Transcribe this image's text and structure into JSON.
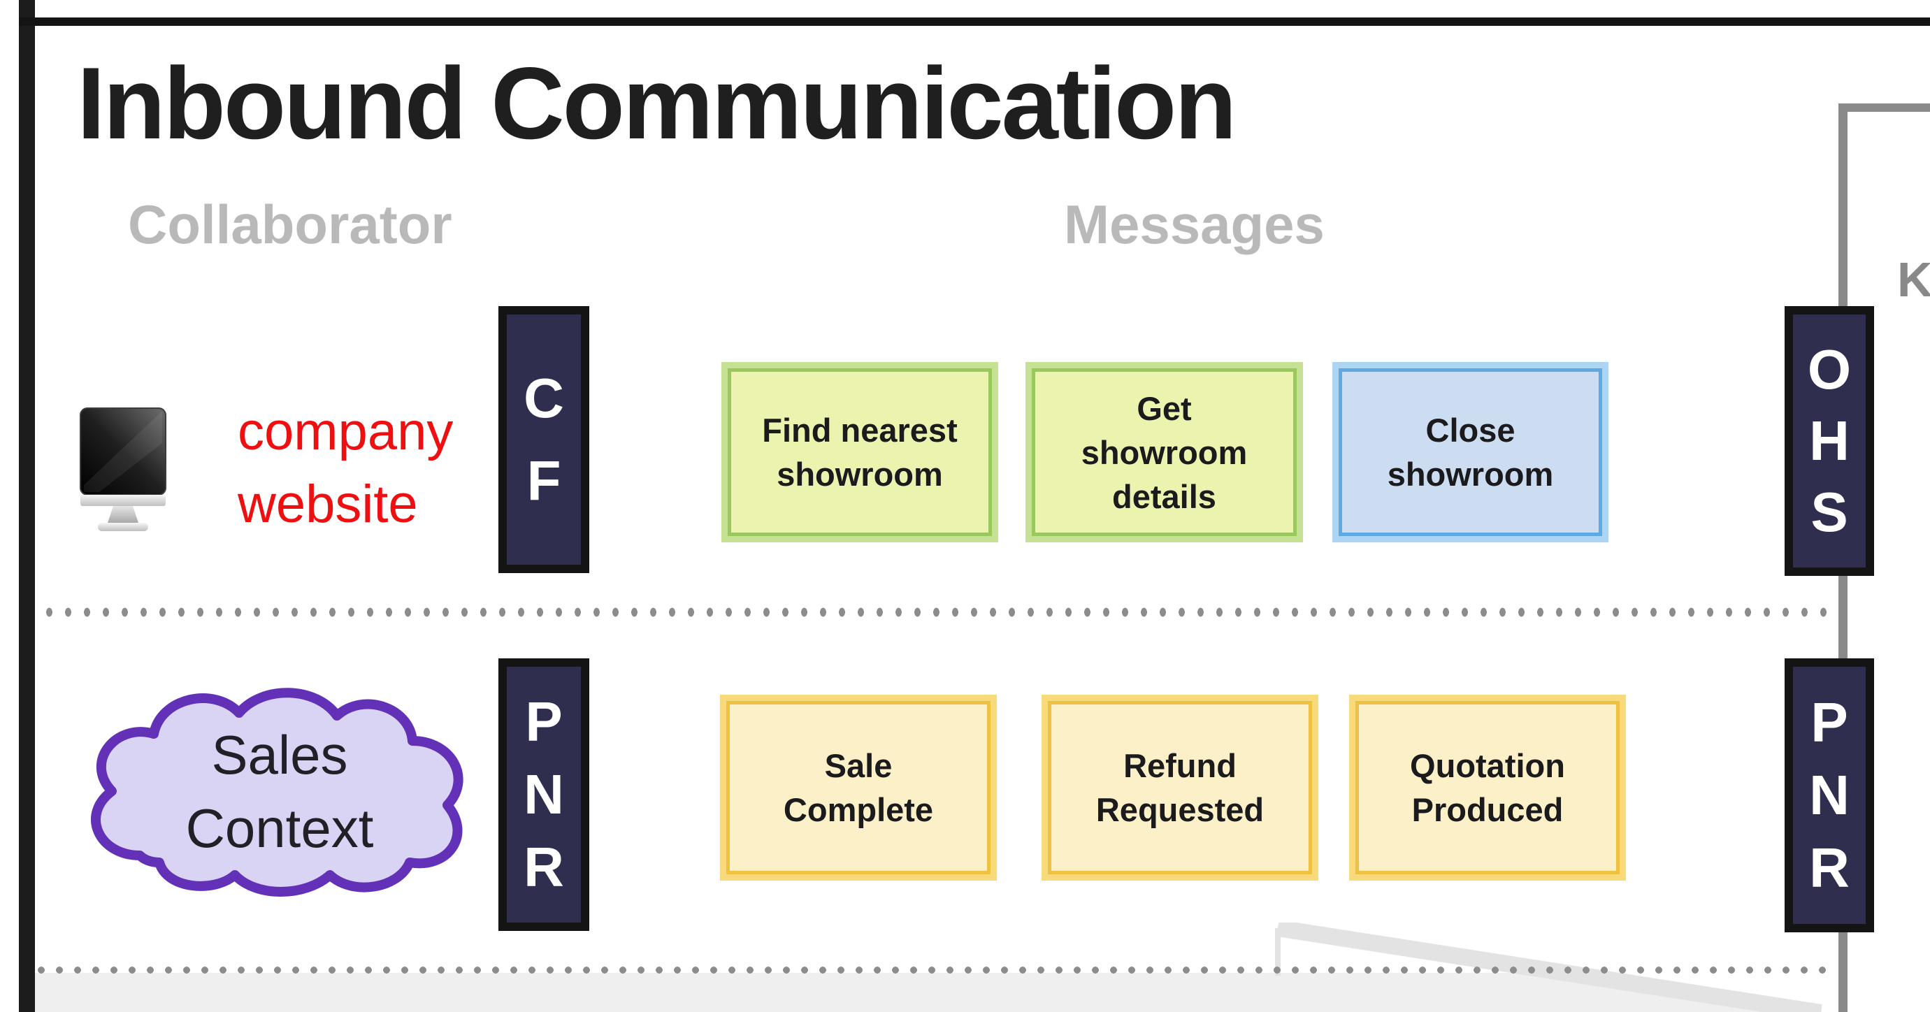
{
  "title": "Inbound Communication",
  "lanes": {
    "collaborator_header": "Collaborator",
    "messages_header": "Messages"
  },
  "edge_label_partial": "K",
  "row1": {
    "collaborator": {
      "icon": "computer-monitor-icon",
      "lines": [
        "company",
        "website"
      ],
      "text_color": "#ee1010"
    },
    "gateway_left": {
      "letters": [
        "C",
        "F"
      ]
    },
    "messages": [
      {
        "style": "green",
        "lines": [
          "Find nearest",
          "showroom"
        ]
      },
      {
        "style": "green",
        "lines": [
          "Get",
          "showroom",
          "details"
        ]
      },
      {
        "style": "blue",
        "lines": [
          "Close",
          "showroom"
        ]
      }
    ],
    "gateway_right": {
      "letters": [
        "O",
        "H",
        "S"
      ]
    }
  },
  "row2": {
    "collaborator": {
      "shape": "cloud",
      "lines": [
        "Sales",
        "Context"
      ]
    },
    "gateway_left": {
      "letters": [
        "P",
        "N",
        "R"
      ]
    },
    "messages": [
      {
        "style": "yellow",
        "lines": [
          "Sale",
          "Complete"
        ]
      },
      {
        "style": "yellow",
        "lines": [
          "Refund",
          "Requested"
        ]
      },
      {
        "style": "yellow",
        "lines": [
          "Quotation",
          "Produced"
        ]
      }
    ],
    "gateway_right": {
      "letters": [
        "P",
        "N",
        "R"
      ]
    }
  },
  "colors": {
    "gateway_fill": "#2f2e4e",
    "gateway_border": "#141414",
    "green_fill": "#ecf3af",
    "green_border": "#9bc85e",
    "blue_fill": "#cdddf1",
    "blue_border": "#60a9e0",
    "yellow_fill": "#fbf0c7",
    "yellow_border": "#eec143",
    "cloud_fill": "#d9d3f4",
    "cloud_border": "#6330b8",
    "header_gray": "#b9b9b9",
    "connector_gray": "#8a8a8a",
    "red_label": "#ee1010"
  }
}
